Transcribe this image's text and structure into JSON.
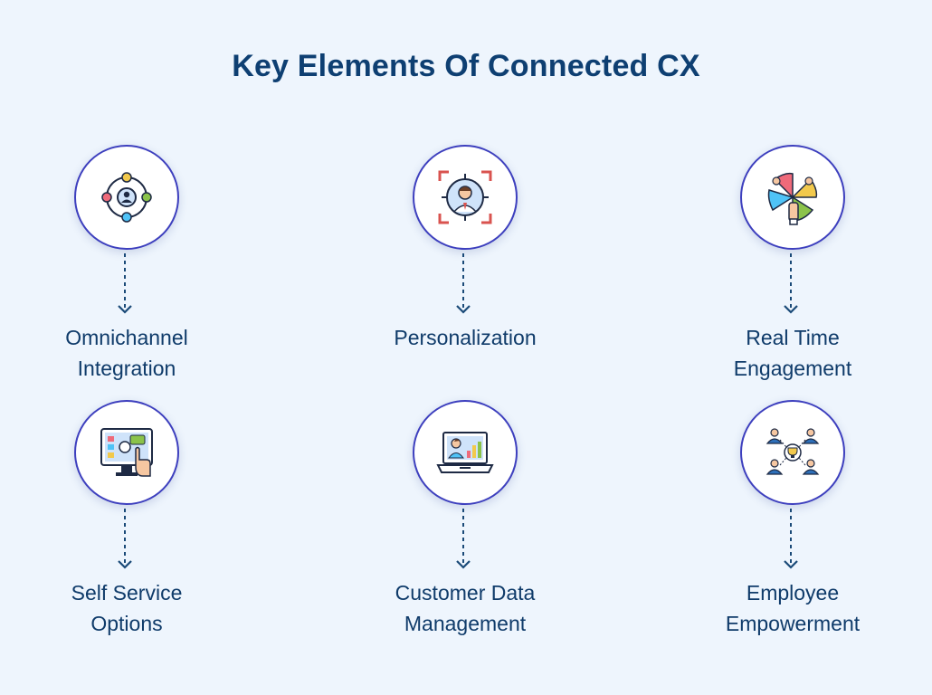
{
  "title": "Key Elements Of Connected CX",
  "elements": [
    {
      "line1": "Omnichannel",
      "line2": "Integration",
      "icon": "omnichannel-icon"
    },
    {
      "line1": "Personalization",
      "line2": "",
      "icon": "personalization-target-icon"
    },
    {
      "line1": "Real Time",
      "line2": "Engagement",
      "icon": "hands-collaboration-icon"
    },
    {
      "line1": "Self Service",
      "line2": "Options",
      "icon": "touchscreen-kiosk-icon"
    },
    {
      "line1": "Customer Data",
      "line2": "Management",
      "icon": "laptop-analytics-icon"
    },
    {
      "line1": "Employee",
      "line2": "Empowerment",
      "icon": "team-trophy-icon"
    }
  ],
  "colors": {
    "background": "#eef5fd",
    "title": "#0e3f72",
    "label": "#0f3b6a",
    "circle_border": "#3d3fbe",
    "connector": "#1a4a78"
  }
}
